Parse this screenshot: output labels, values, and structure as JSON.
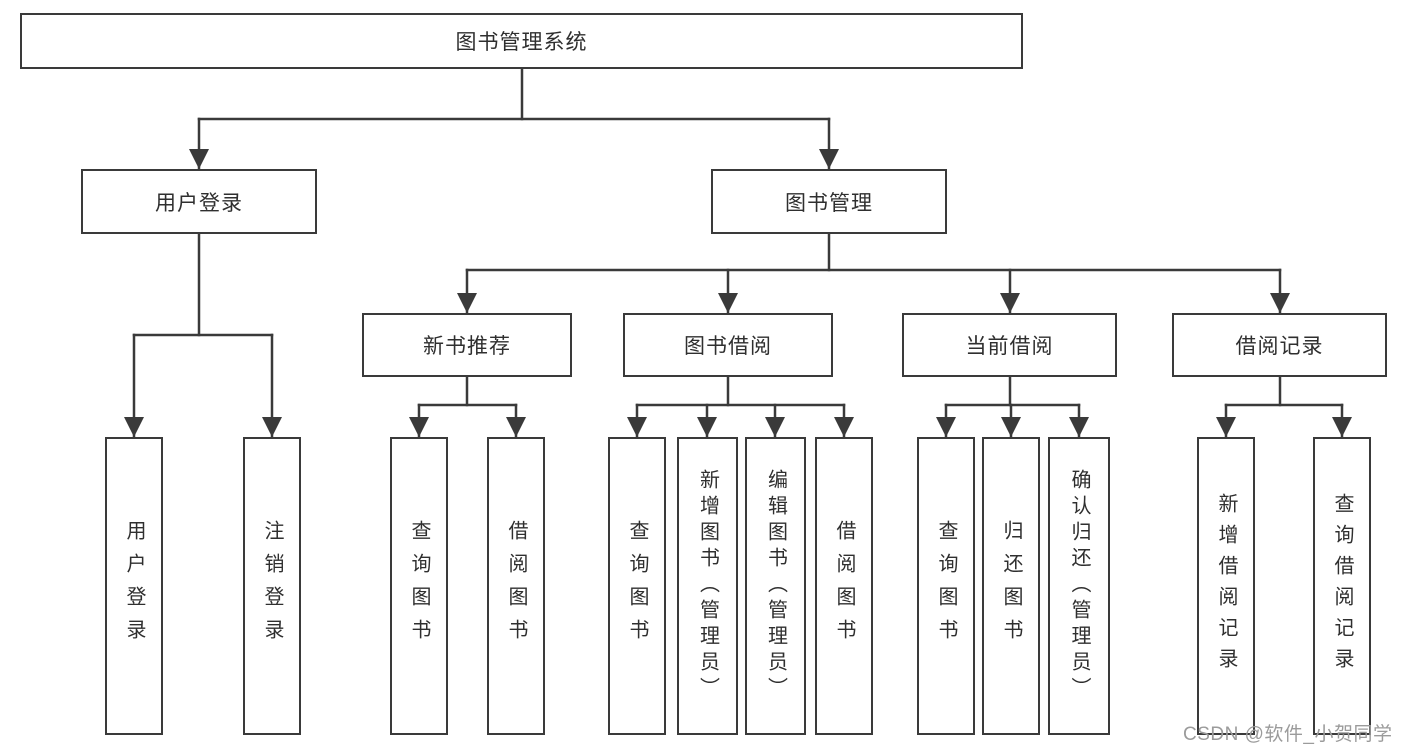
{
  "diagram": {
    "title_node": {
      "label": "图书管理系统"
    },
    "level2": [
      {
        "id": "user-login",
        "label": "用户登录"
      },
      {
        "id": "book-management",
        "label": "图书管理"
      }
    ],
    "level3": [
      {
        "id": "new-book-recommend",
        "label": "新书推荐"
      },
      {
        "id": "book-borrow",
        "label": "图书借阅"
      },
      {
        "id": "current-borrow",
        "label": "当前借阅"
      },
      {
        "id": "borrow-record",
        "label": "借阅记录"
      }
    ],
    "leaves": [
      {
        "id": "user-login-leaf",
        "label": "用户登录"
      },
      {
        "id": "logout",
        "label": "注销登录"
      },
      {
        "id": "query-books-1",
        "label": "查询图书"
      },
      {
        "id": "borrow-books-1",
        "label": "借阅图书"
      },
      {
        "id": "query-books-2",
        "label": "查询图书"
      },
      {
        "id": "add-book-admin",
        "label": "新增图书（管理员）"
      },
      {
        "id": "edit-book-admin",
        "label": "编辑图书（管理员）"
      },
      {
        "id": "borrow-books-2",
        "label": "借阅图书"
      },
      {
        "id": "query-books-3",
        "label": "查询图书"
      },
      {
        "id": "return-books",
        "label": "归还图书"
      },
      {
        "id": "confirm-return-admin",
        "label": "确认归还（管理员）"
      },
      {
        "id": "add-borrow-record",
        "label": "新增借阅记录"
      },
      {
        "id": "query-borrow-record",
        "label": "查询借阅记录"
      }
    ]
  },
  "watermark": {
    "text": "CSDN @软件_小贺同学"
  },
  "colors": {
    "line": "#3a3a3a",
    "text": "#2f2f2f",
    "watermark_text": "#9b9b9b",
    "background": "#ffffff"
  }
}
